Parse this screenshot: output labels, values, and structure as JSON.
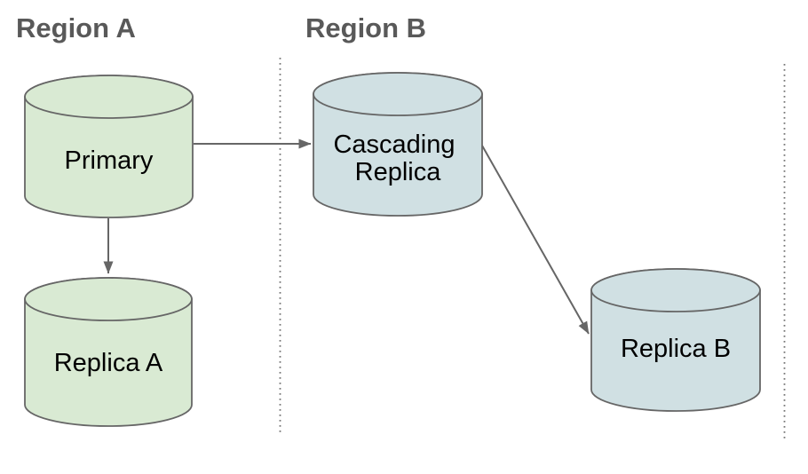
{
  "regions": [
    {
      "label": "Region A"
    },
    {
      "label": "Region B"
    }
  ],
  "nodes": [
    {
      "id": "primary",
      "region": "Region A",
      "label": "Primary",
      "lines": [
        "Primary"
      ],
      "fill": "#d9ead3",
      "shape": "database-cylinder"
    },
    {
      "id": "cascading-replica",
      "region": "Region B",
      "label": "Cascading Replica",
      "lines": [
        "Cascading",
        "Replica"
      ],
      "fill": "#d0e0e3",
      "shape": "database-cylinder"
    },
    {
      "id": "replica-a",
      "region": "Region A",
      "label": "Replica A",
      "lines": [
        "Replica A"
      ],
      "fill": "#d9ead3",
      "shape": "database-cylinder"
    },
    {
      "id": "replica-b",
      "region": "Region B",
      "label": "Replica B",
      "lines": [
        "Replica B"
      ],
      "fill": "#d0e0e3",
      "shape": "database-cylinder"
    }
  ],
  "edges": [
    {
      "from": "Primary",
      "to": "Cascading Replica",
      "direction": "right"
    },
    {
      "from": "Primary",
      "to": "Replica A",
      "direction": "down"
    },
    {
      "from": "Cascading Replica",
      "to": "Replica B",
      "direction": "down-right"
    }
  ],
  "colors": {
    "background": "#ffffff",
    "region_title": "#595959",
    "node_label": "#000000",
    "node_outline": "#666666",
    "arrow": "#666666",
    "divider": "#777777",
    "region_a_node_fill": "#d9ead3",
    "region_b_node_fill": "#d0e0e3"
  }
}
